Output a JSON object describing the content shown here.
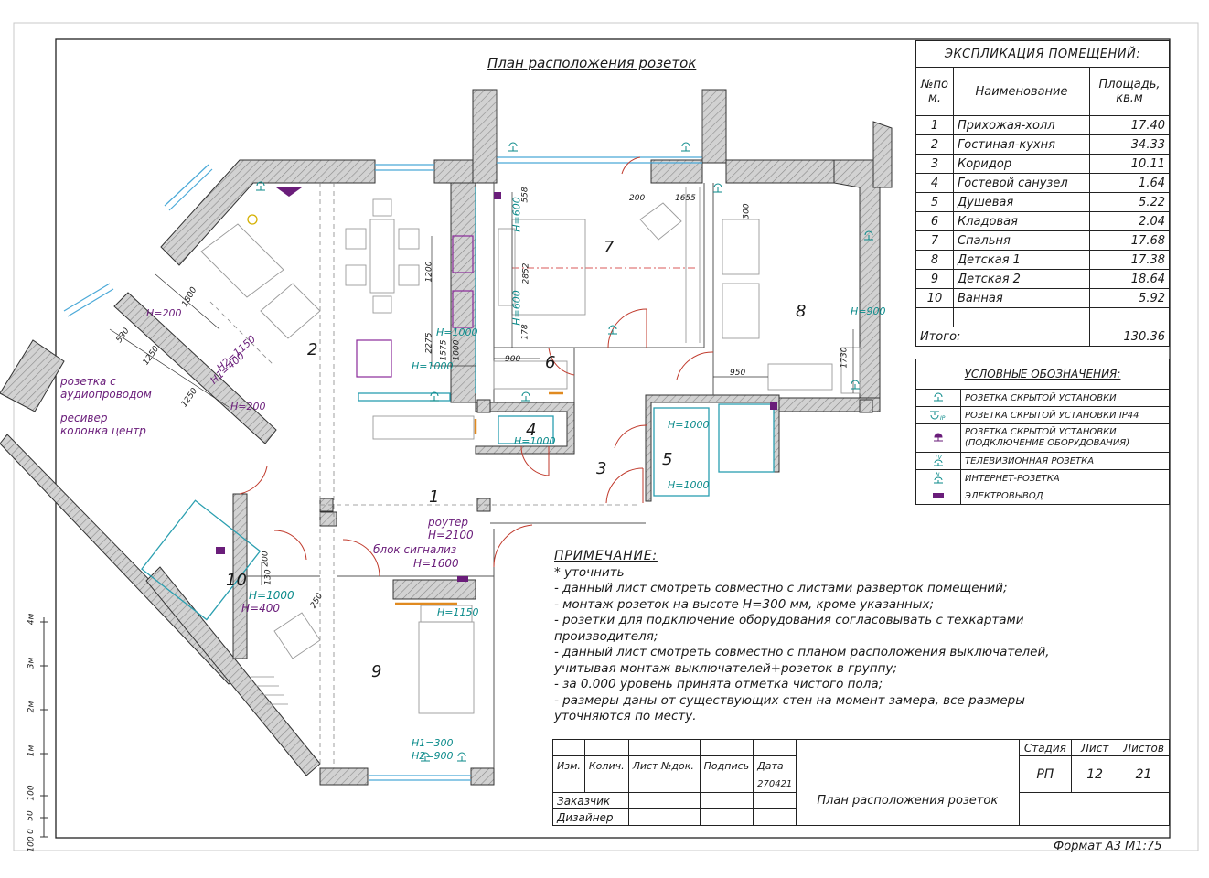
{
  "plan_title": "План расположения розеток",
  "explication": {
    "title": "ЭКСПЛИКАЦИЯ ПОМЕЩЕНИЙ:",
    "col_num": "№по м.",
    "col_name": "Наименование",
    "col_area": "Площадь, кв.м",
    "rows": [
      {
        "n": "1",
        "name": "Прихожая-холл",
        "area": "17.40"
      },
      {
        "n": "2",
        "name": "Гостиная-кухня",
        "area": "34.33"
      },
      {
        "n": "3",
        "name": "Коридор",
        "area": "10.11"
      },
      {
        "n": "4",
        "name": "Гостевой санузел",
        "area": "1.64"
      },
      {
        "n": "5",
        "name": "Душевая",
        "area": "5.22"
      },
      {
        "n": "6",
        "name": "Кладовая",
        "area": "2.04"
      },
      {
        "n": "7",
        "name": "Спальня",
        "area": "17.68"
      },
      {
        "n": "8",
        "name": "Детская 1",
        "area": "17.38"
      },
      {
        "n": "9",
        "name": "Детская 2",
        "area": "18.64"
      },
      {
        "n": "10",
        "name": "Ванная",
        "area": "5.92"
      }
    ],
    "total_label": "Итого:",
    "total_value": "130.36"
  },
  "legend": {
    "title": "УСЛОВНЫЕ ОБОЗНАЧЕНИЯ:",
    "items": [
      {
        "icon": "socket-icon",
        "label": "РОЗЕТКА СКРЫТОЙ УСТАНОВКИ"
      },
      {
        "icon": "socket-ip44-icon",
        "label": "РОЗЕТКА СКРЫТОЙ УСТАНОВКИ IP44"
      },
      {
        "icon": "equipment-socket-icon",
        "label": "РОЗЕТКА СКРЫТОЙ УСТАНОВКИ\n(ПОДКЛЮЧЕНИЕ ОБОРУДОВАНИЯ)"
      },
      {
        "icon": "tv-socket-icon",
        "label": "ТЕЛЕВИЗИОННАЯ РОЗЕТКА"
      },
      {
        "icon": "internet-socket-icon",
        "label": "ИНТЕРНЕТ-РОЗЕТКА"
      },
      {
        "icon": "power-outlet-icon",
        "label": "ЭЛЕКТРОВЫВОД"
      }
    ]
  },
  "notes": {
    "title": "ПРИМЕЧАНИЕ:",
    "lines": [
      "* уточнить",
      "- данный лист смотреть совместно с листами разверток помещений;",
      "- монтаж розеток на высоте Н=300 мм, кроме указанных;",
      "- розетки для подключение оборудования согласовывать с техкартами",
      "производителя;",
      "- данный лист смотреть совместно с планом расположения выключателей,",
      "учитывая монтаж выключателей+розеток в группу;",
      "- за 0.000 уровень принята отметка чистого пола;",
      "- размеры даны от существующих стен на момент замера, все размеры",
      "уточняются по месту."
    ]
  },
  "stamp": {
    "stage_label": "Стадия",
    "sheet_label": "Лист",
    "sheets_label": "Листов",
    "stage": "РП",
    "sheet": "12",
    "sheets": "21",
    "col_izm": "Изм.",
    "col_kol": "Колич.",
    "col_list": "Лист №док.",
    "col_podp": "Подпись",
    "col_date": "Дата",
    "date_value": "270421",
    "customer": "Заказчик",
    "designer": "Дизайнер",
    "drawing_name": "План расположения розеток"
  },
  "format": "Формат А3 М1:75",
  "ruler": {
    "labels": [
      "4м",
      "3м",
      "2м",
      "1м",
      "100",
      "50",
      "0",
      "100"
    ]
  },
  "room_numbers": [
    "1",
    "2",
    "3",
    "4",
    "5",
    "6",
    "7",
    "8",
    "9",
    "10"
  ],
  "annotations": {
    "audio_socket": "розетка с\nаудиопроводом",
    "receiver": "ресивер\nколонка центр",
    "router": "роутер",
    "router_h": "Н=2100",
    "alarm": "блок сигнализ",
    "alarm_h": "Н=1600",
    "h200_a": "Н=200",
    "h200_b": "Н=200",
    "h2_1150": "Н2=1150",
    "h1_400": "Н1=400",
    "h1000_kitchen": "Н=1000",
    "h1000_kitchen2": "Н=1000",
    "h1000_wc": "Н=1000",
    "h1000_shower1": "Н=1000",
    "h1000_shower2": "Н=1000",
    "h600_a": "Н=600",
    "h600_b": "Н=600",
    "h900": "Н=900",
    "h1150": "Н=1150",
    "h1000_bath": "Н=1000",
    "h400_bath": "Н=400",
    "h1_300": "Н1=300",
    "h2_900": "Н2=900"
  },
  "dimensions": [
    "1800",
    "530",
    "1250",
    "1250",
    "1200",
    "2275",
    "1575",
    "1000",
    "900",
    "558",
    "2852",
    "178",
    "200",
    "1655",
    "300",
    "950",
    "1730",
    "200",
    "130",
    "250"
  ]
}
